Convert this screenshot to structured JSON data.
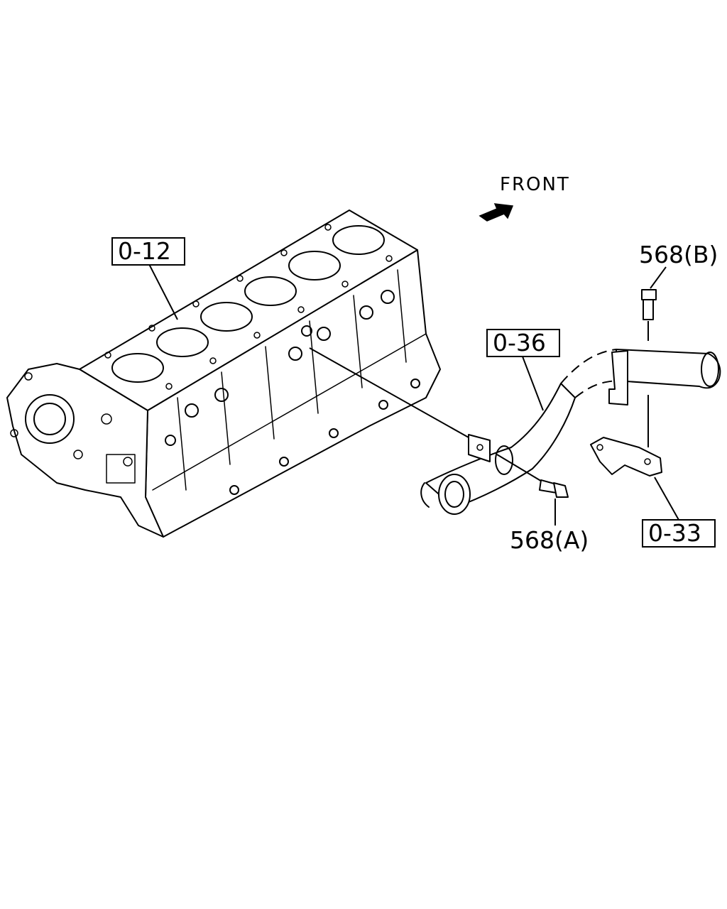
{
  "direction": {
    "label": "FRONT"
  },
  "callouts": {
    "cylinder_block": "0-12",
    "water_pipe": "0-36",
    "bracket": "0-33",
    "bolt_a": "568(A)",
    "bolt_b": "568(B)"
  }
}
